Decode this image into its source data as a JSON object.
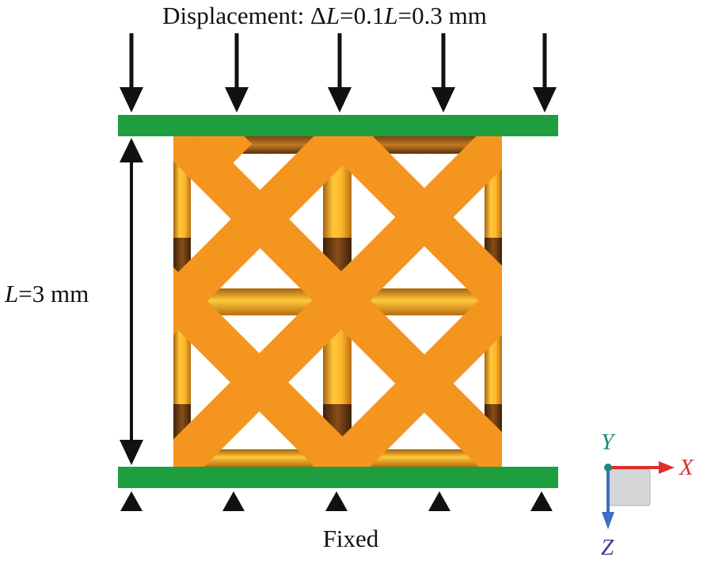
{
  "caption": {
    "prefix": "Displacement: Δ",
    "L1": "L",
    "mid": "=0.1",
    "L2": "L",
    "suffix": "=0.3 mm"
  },
  "length_label": {
    "L": "L",
    "rest": "=3 mm"
  },
  "fixed_label": "Fixed",
  "axes": {
    "x": "X",
    "y": "Y",
    "z": "Z"
  },
  "colors": {
    "plate": "#1f9e3f",
    "lattice": "#f4951f",
    "strut_light": "#ffc52e",
    "strut_dark": "#6b3a13",
    "axis_x": "#d9312b",
    "axis_y": "#1f8a7a",
    "axis_z": "#3d6fc4",
    "label_z": "#4a3b8c",
    "arrow": "#111111"
  }
}
